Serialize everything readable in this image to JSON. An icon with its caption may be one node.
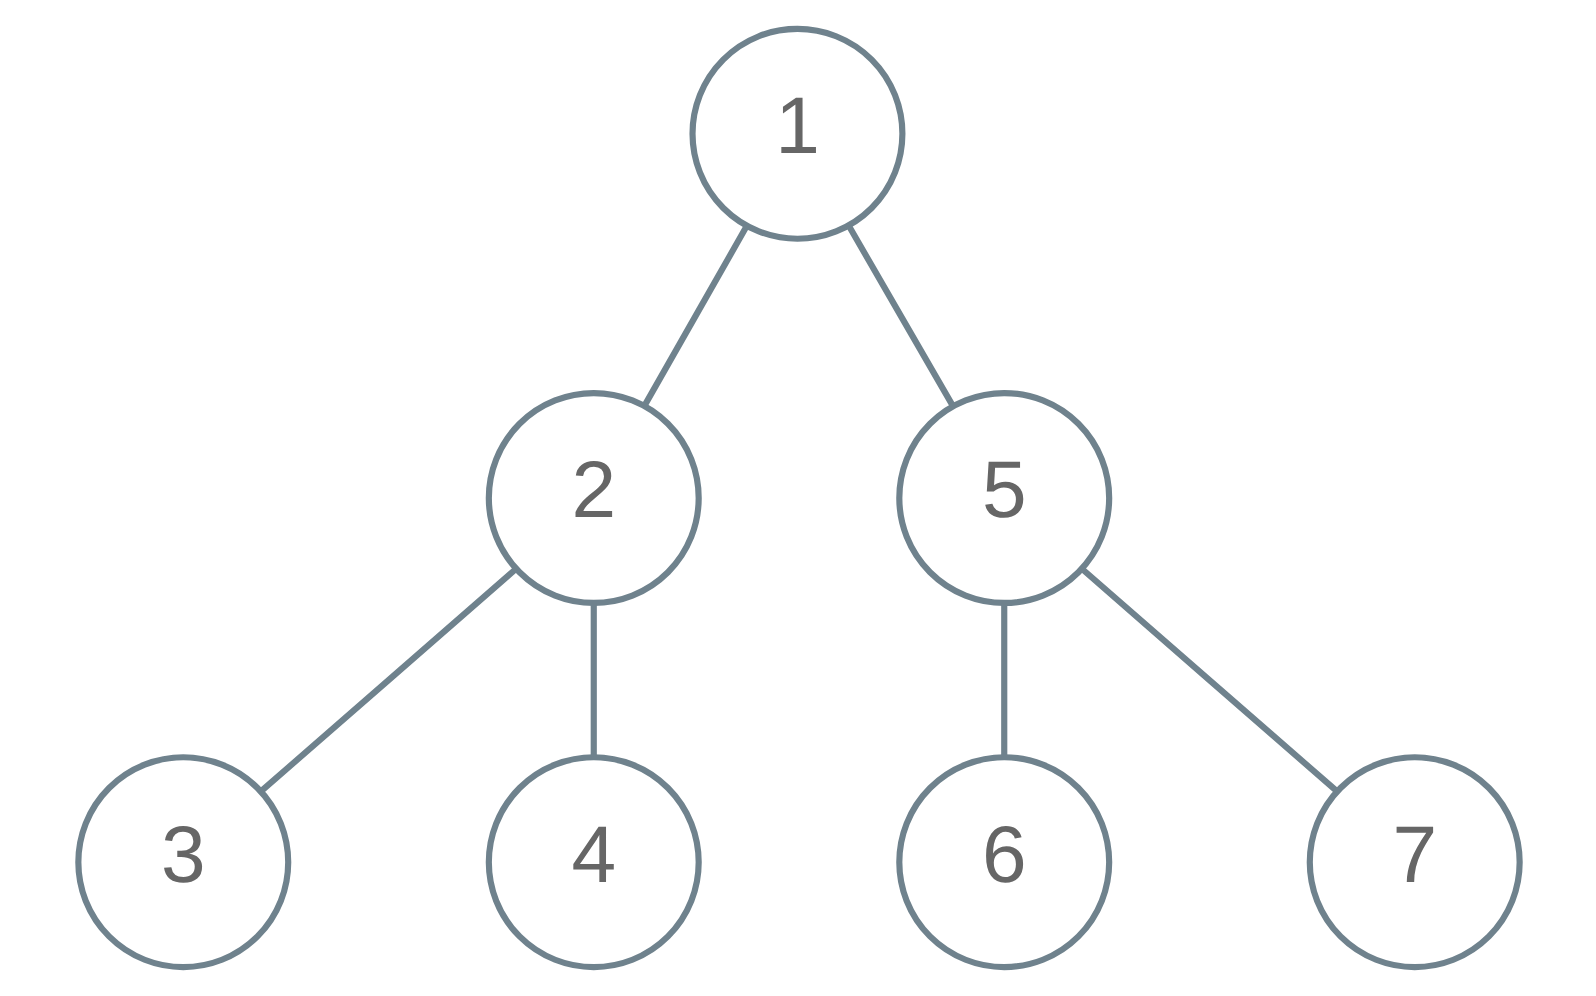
{
  "diagram": {
    "nodes": [
      {
        "text": [
          "1"
        ]
      },
      {
        "text": [
          "2"
        ]
      },
      {
        "text": [
          "5"
        ]
      },
      {
        "text": [
          "3"
        ]
      },
      {
        "text": [
          "4"
        ]
      },
      {
        "text": [
          "6"
        ]
      },
      {
        "text": [
          "7"
        ]
      }
    ],
    "edges": [
      {
        "from": 0,
        "to": 1,
        "arrow": "none"
      },
      {
        "from": 0,
        "to": 2,
        "arrow": "none"
      },
      {
        "from": 1,
        "to": 3,
        "arrow": "none"
      },
      {
        "from": 1,
        "to": 4,
        "arrow": "none"
      },
      {
        "from": 2,
        "to": 5,
        "arrow": "none"
      },
      {
        "from": 2,
        "to": 6,
        "arrow": "none"
      }
    ]
  }
}
